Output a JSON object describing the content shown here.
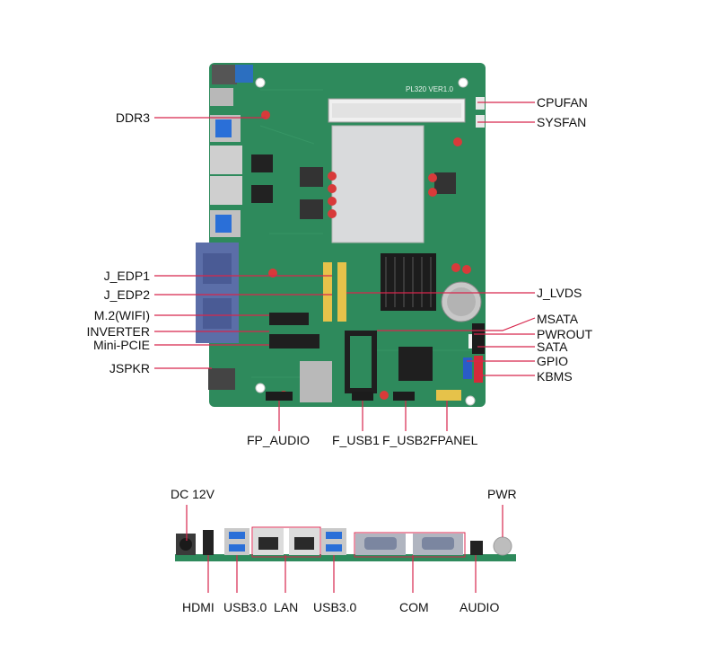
{
  "top_labels_left": {
    "ddr3": "DDR3",
    "j_edp1": "J_EDP1",
    "j_edp2": "J_EDP2",
    "m2_wifi": "M.2(WIFI)",
    "inverter": "INVERTER",
    "mini_pcie": "Mini-PCIE",
    "jspkr": "JSPKR"
  },
  "top_labels_right": {
    "cpufan": "CPUFAN",
    "sysfan": "SYSFAN",
    "j_lvds": "J_LVDS",
    "msata": "MSATA",
    "pwrout": "PWROUT",
    "sata": "SATA",
    "gpio": "GPIO",
    "kbms": "KBMS"
  },
  "top_labels_bottom": {
    "fp_audio": "FP_AUDIO",
    "f_usb1": "F_USB1",
    "f_usb2": "F_USB2",
    "fpanel": "FPANEL"
  },
  "io_labels": {
    "dc12v": "DC 12V",
    "pwr": "PWR",
    "hdmi": "HDMI",
    "usb30_left": "USB3.0",
    "lan": "LAN",
    "usb30_right": "USB3.0",
    "com": "COM",
    "audio": "AUDIO"
  },
  "board_silkscreen": {
    "model": "PL320 VER1.0"
  },
  "colors": {
    "pcb": "#2e8a5c",
    "leader_line": "#d7264c",
    "heatsink": "#d9dadc",
    "usb_blue": "#2a6fd8"
  }
}
